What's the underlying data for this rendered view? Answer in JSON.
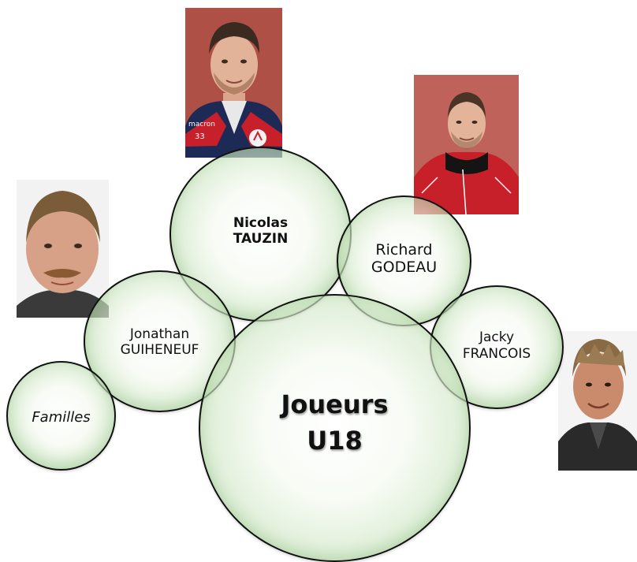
{
  "bubbles": {
    "nicolas": {
      "line1": "Nicolas",
      "line2": "TAUZIN"
    },
    "richard": {
      "line1": "Richard",
      "line2": "GODEAU"
    },
    "jacky": {
      "line1": "Jacky",
      "line2": "FRANCOIS"
    },
    "jonathan": {
      "line1": "Jonathan",
      "line2": "GUIHENEUF"
    },
    "familles": {
      "label": "Familles"
    },
    "joueurs": {
      "line1": "Joueurs",
      "line2": "U18"
    }
  },
  "photos": {
    "nicolas": {
      "jersey_brand": "macron",
      "jersey_number": "33"
    }
  },
  "colors": {
    "bubble_edge": "#70b05c",
    "bubble_outline": "#111111",
    "wall_red": "#b2544a",
    "jacket_red": "#c8202a",
    "jersey_navy": "#1c2a55"
  }
}
